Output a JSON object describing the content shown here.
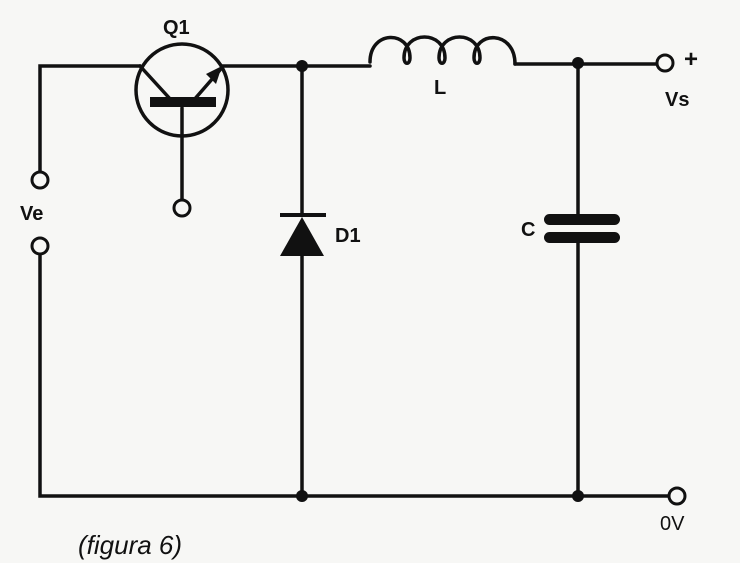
{
  "diagram": {
    "components": {
      "transistor": "Q1",
      "diode": "D1",
      "inductor": "L",
      "capacitor": "C"
    },
    "terminals": {
      "input": "Ve",
      "output": "Vs",
      "output_polarity": "+",
      "ground": "0V"
    },
    "caption": "(figura 6)"
  }
}
